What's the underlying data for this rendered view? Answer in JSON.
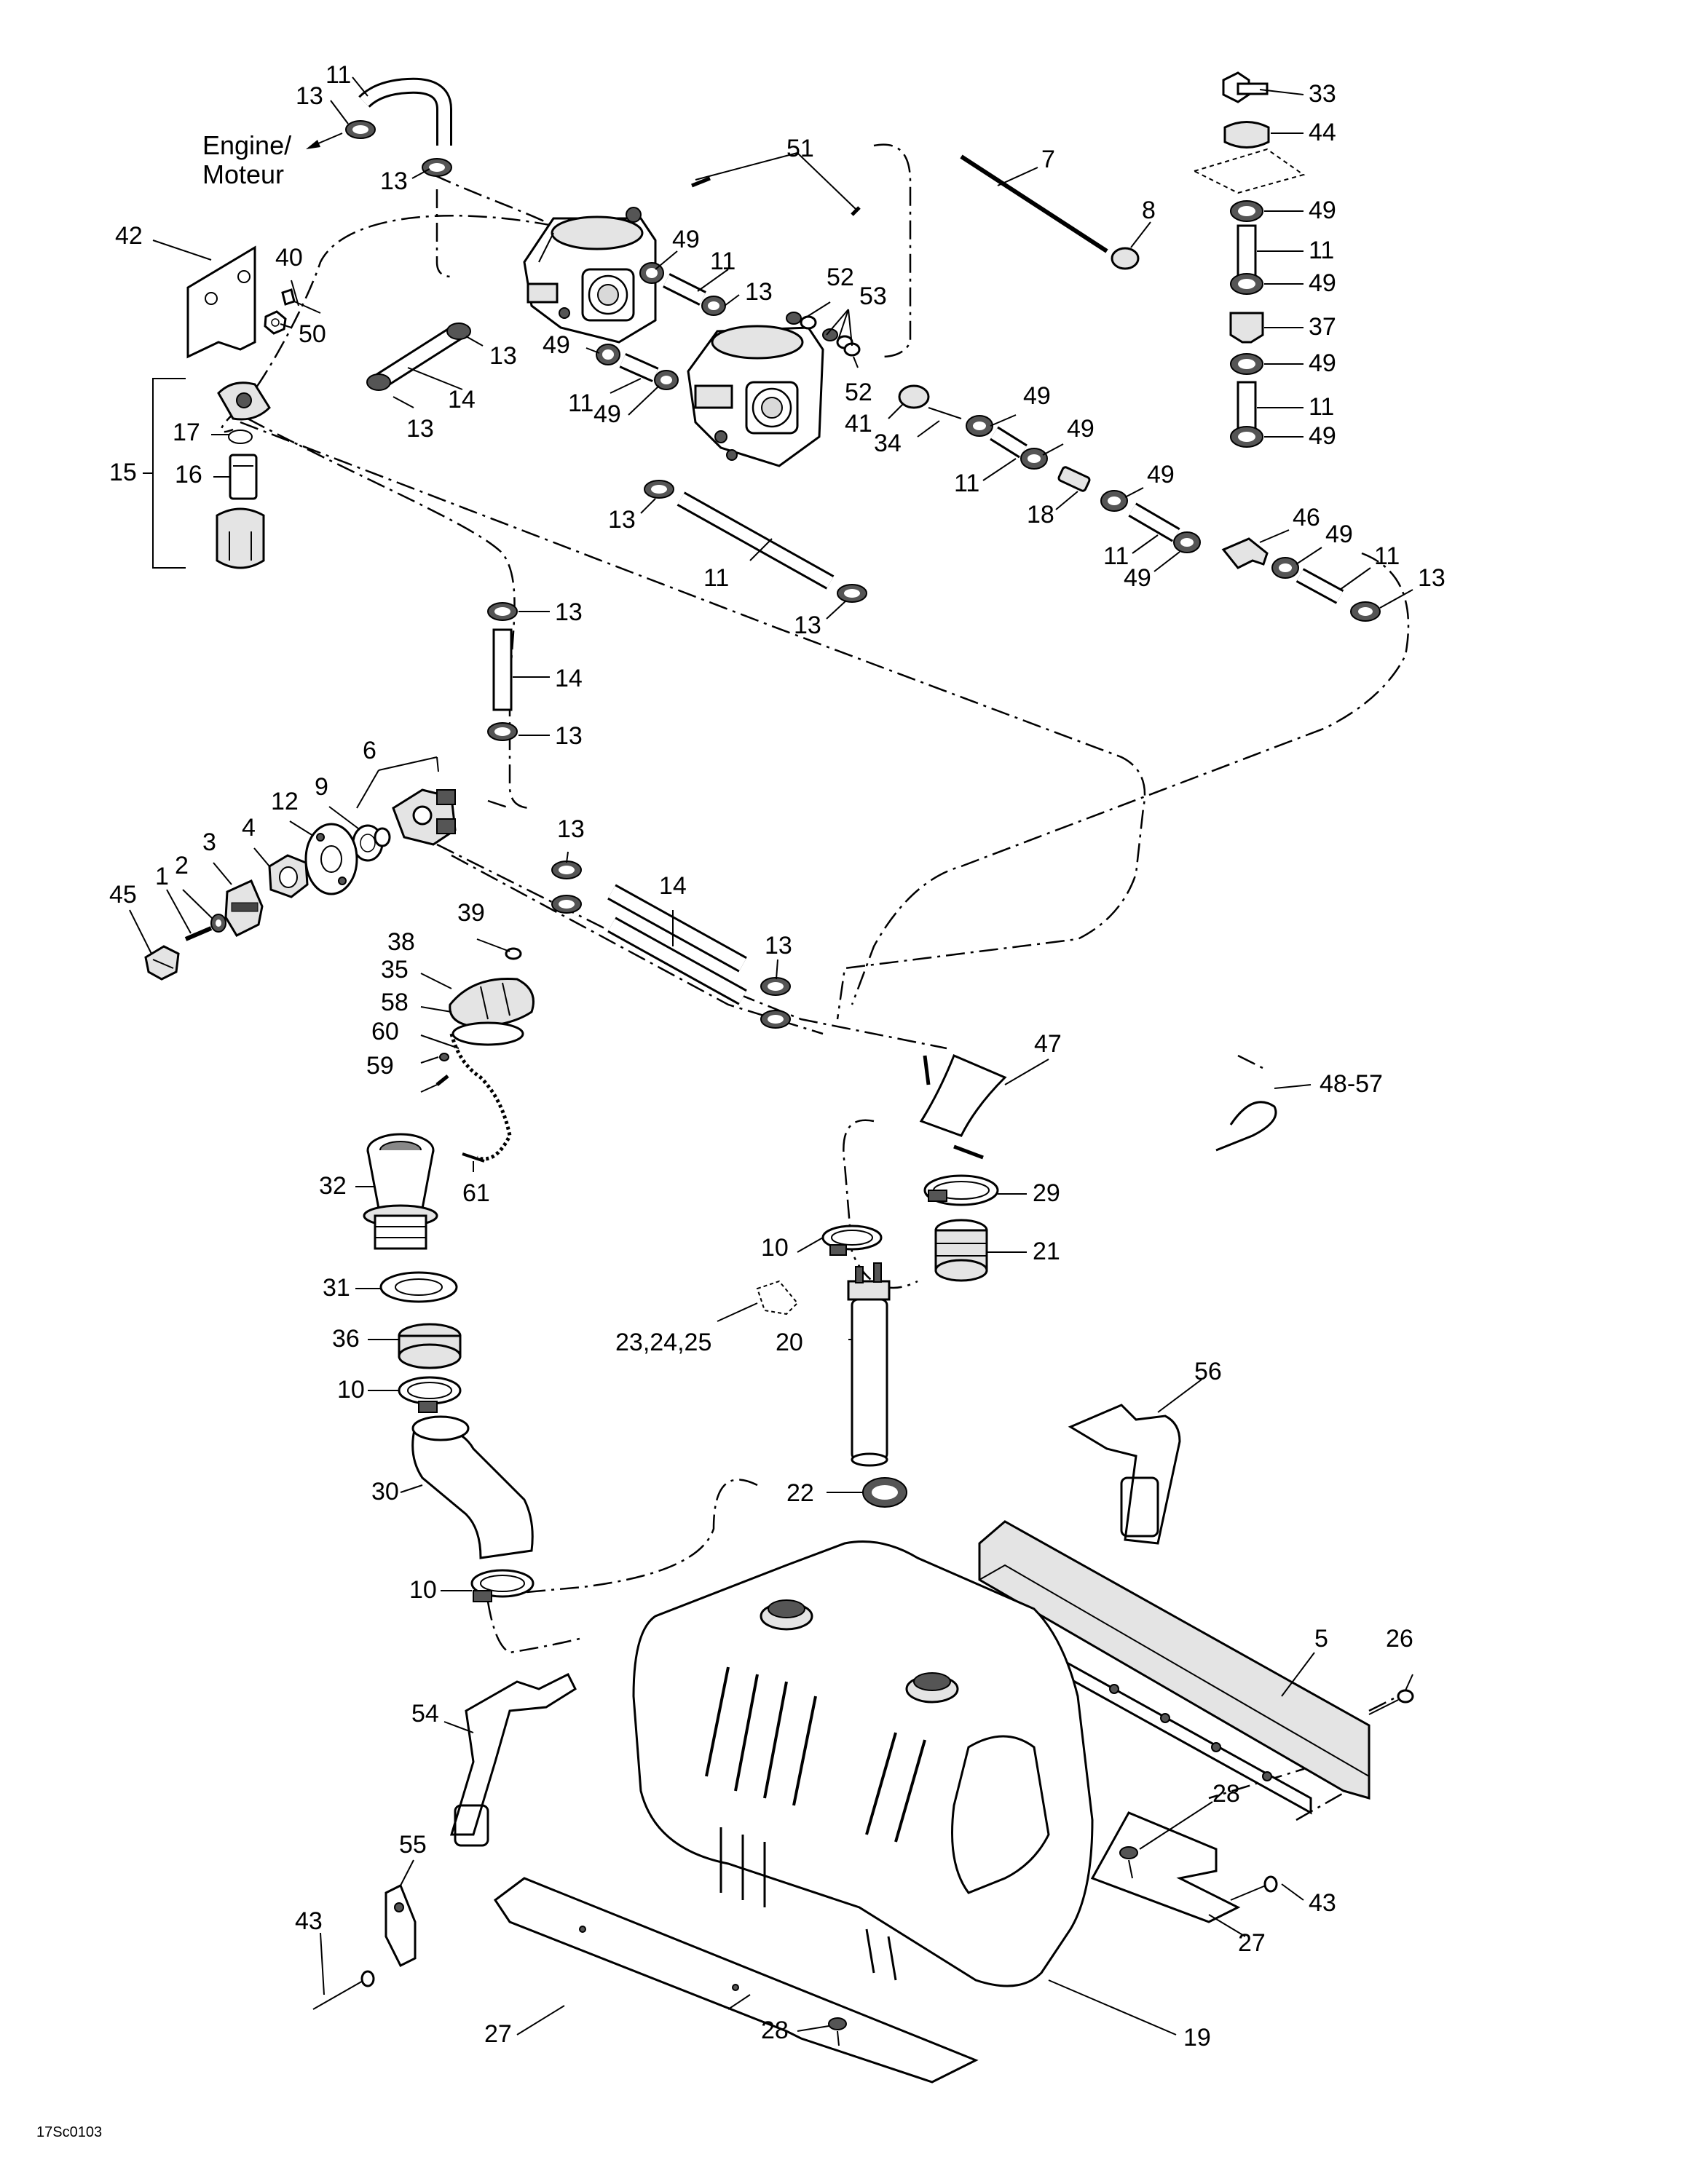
{
  "diagram": {
    "engine_label_line1": "Engine/",
    "engine_label_line2": "Moteur",
    "figure_code": "17Sc0103"
  },
  "callouts": {
    "c1": "1",
    "c2": "2",
    "c3": "3",
    "c4": "4",
    "c5": "5",
    "c6": "6",
    "c7": "7",
    "c8": "8",
    "c9": "9",
    "c10": "10",
    "c11": "11",
    "c12": "12",
    "c13": "13",
    "c14": "14",
    "c15": "15",
    "c16": "16",
    "c17": "17",
    "c18": "18",
    "c19": "19",
    "c20": "20",
    "c21": "21",
    "c22": "22",
    "c23": "23,24,25",
    "c26": "26",
    "c27": "27",
    "c28": "28",
    "c29": "29",
    "c30": "30",
    "c31": "31",
    "c32": "32",
    "c33": "33",
    "c34": "34",
    "c35": "35",
    "c36": "36",
    "c37": "37",
    "c38": "38",
    "c39": "39",
    "c40": "40",
    "c41": "41",
    "c42": "42",
    "c43": "43",
    "c44": "44",
    "c45": "45",
    "c46": "46",
    "c47": "47",
    "c48": "48-57",
    "c49": "49",
    "c50": "50",
    "c51": "51",
    "c52": "52",
    "c53": "53",
    "c54": "54",
    "c55": "55",
    "c56": "56",
    "c58": "58",
    "c59": "59",
    "c60": "60",
    "c61": "61"
  }
}
